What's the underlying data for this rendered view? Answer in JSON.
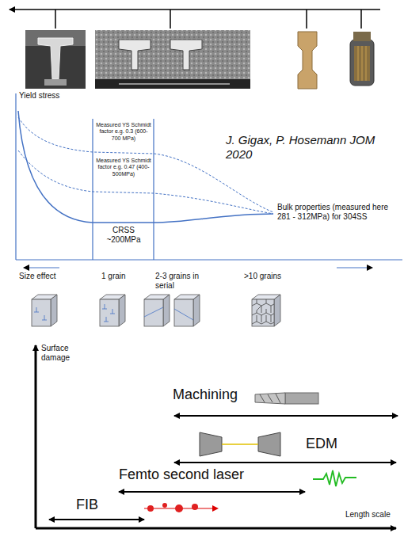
{
  "diagram": {
    "labels": [
      "J. Gigax, P. Hosemann JOM 2020",
      "Yield stress",
      "Measured YS Schmidt factor e.g. 0.3 (600-700 MPa)",
      "Measured YS Schmidt factor e.g. 0.47 (400-500MPa)",
      "Bulk properties (measured here 281 - 312MPa) for 304SS",
      "CRSS ~200MPa",
      "Size effect",
      "1 grain",
      "2-3 grains in serial",
      ">10 grains",
      "Surface damage",
      "Machining",
      "EDM",
      "Femto second laser",
      "FIB",
      "Length scale"
    ]
  }
}
